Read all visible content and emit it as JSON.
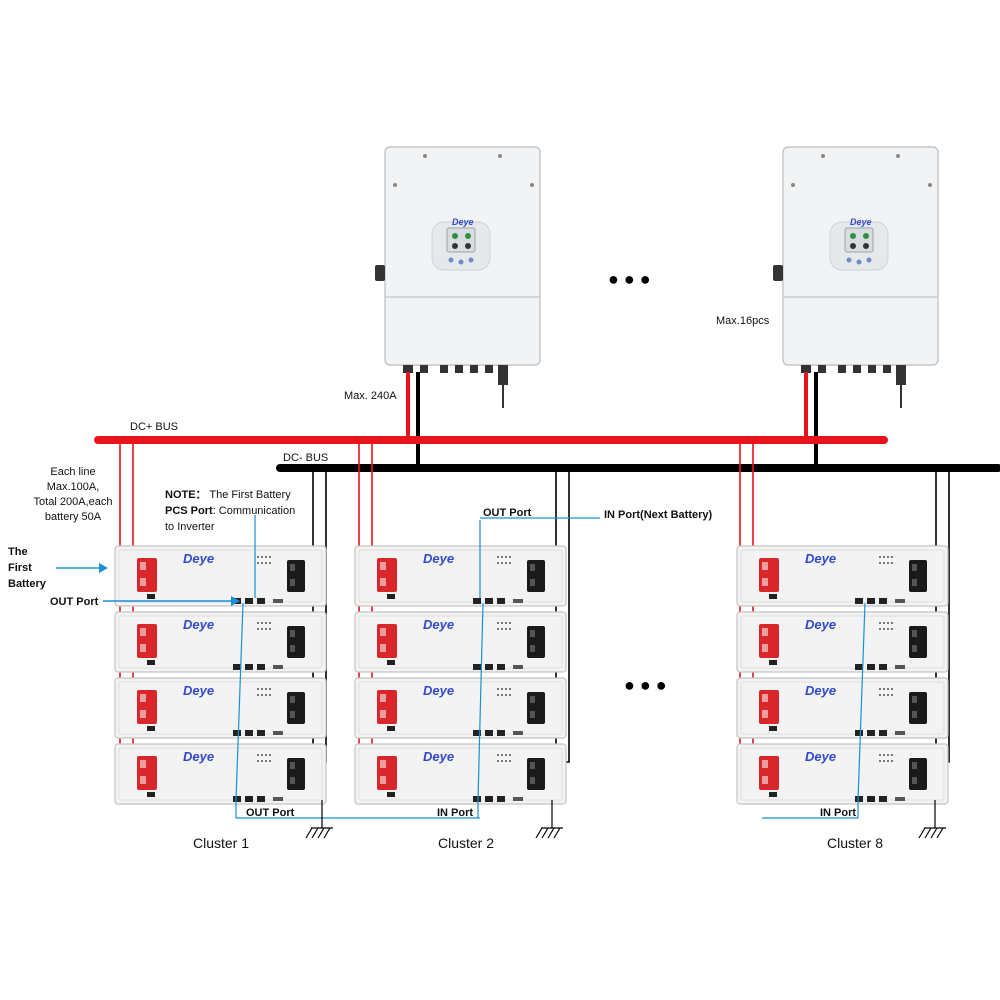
{
  "labels": {
    "dc_plus": "DC+  BUS",
    "dc_minus": "DC-  BUS",
    "max_current": "Max. 240A",
    "max_inverters": "Max.16pcs",
    "line_note_1": "Each line",
    "line_note_2": "Max.100A,",
    "line_note_3": "Total 200A,each",
    "line_note_4": "battery 50A",
    "first_battery_1": "The",
    "first_battery_2": "First",
    "first_battery_3": "Battery",
    "note_key": "NOTE：",
    "note_text": " The First Battery",
    "pcs_key": "PCS Port",
    "pcs_text": ": Communication",
    "pcs_text_2": "to Inverter",
    "out_port": "OUT Port",
    "in_port": "IN Port",
    "in_port_next": "IN Port(Next Battery)",
    "ellipsis": "● ● ●"
  },
  "brand": "Deye",
  "clusters": [
    {
      "name": "Cluster 1"
    },
    {
      "name": "Cluster 2"
    },
    {
      "name": "Cluster 8"
    }
  ],
  "colors": {
    "dc_plus": "#e8141b",
    "dc_minus": "#000000",
    "comm_line": "#1a8fd6",
    "terminal_red": "#d9262b",
    "brand_blue": "#2f49c9"
  }
}
